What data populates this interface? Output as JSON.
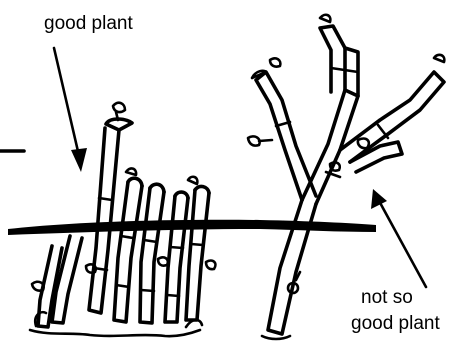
{
  "labels": {
    "good": "good plant",
    "not_good_line1": "not so",
    "not_good_line2": "good plant"
  },
  "colors": {
    "ink": "#000000",
    "background": "#ffffff"
  }
}
